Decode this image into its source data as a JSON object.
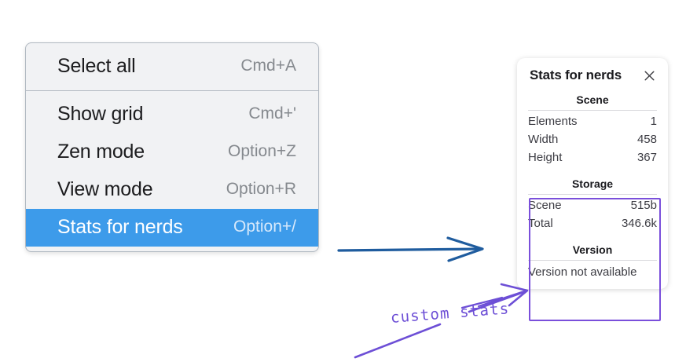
{
  "context_menu": {
    "groups": [
      {
        "items": [
          {
            "label": "Select all",
            "shortcut": "Cmd+A",
            "selected": false
          }
        ]
      },
      {
        "items": [
          {
            "label": "Show grid",
            "shortcut": "Cmd+'",
            "selected": false
          },
          {
            "label": "Zen mode",
            "shortcut": "Option+Z",
            "selected": false
          },
          {
            "label": "View mode",
            "shortcut": "Option+R",
            "selected": false
          },
          {
            "label": "Stats for nerds",
            "shortcut": "Option+/",
            "selected": true
          }
        ]
      }
    ],
    "highlight_color": "#3d9bea"
  },
  "stats_panel": {
    "title": "Stats for nerds",
    "close_icon": "close-icon",
    "sections": [
      {
        "title": "Scene",
        "rows": [
          {
            "key": "Elements",
            "value": "1"
          },
          {
            "key": "Width",
            "value": "458"
          },
          {
            "key": "Height",
            "value": "367"
          }
        ]
      },
      {
        "title": "Storage",
        "rows": [
          {
            "key": "Scene",
            "value": "515b"
          },
          {
            "key": "Total",
            "value": "346.6k"
          }
        ]
      },
      {
        "title": "Version",
        "single": "Version not available"
      }
    ]
  },
  "annotations": {
    "handwritten_label": "custom stats",
    "purple_color": "#6d4fd6",
    "blue_arrow_color": "#1f5c9e"
  }
}
